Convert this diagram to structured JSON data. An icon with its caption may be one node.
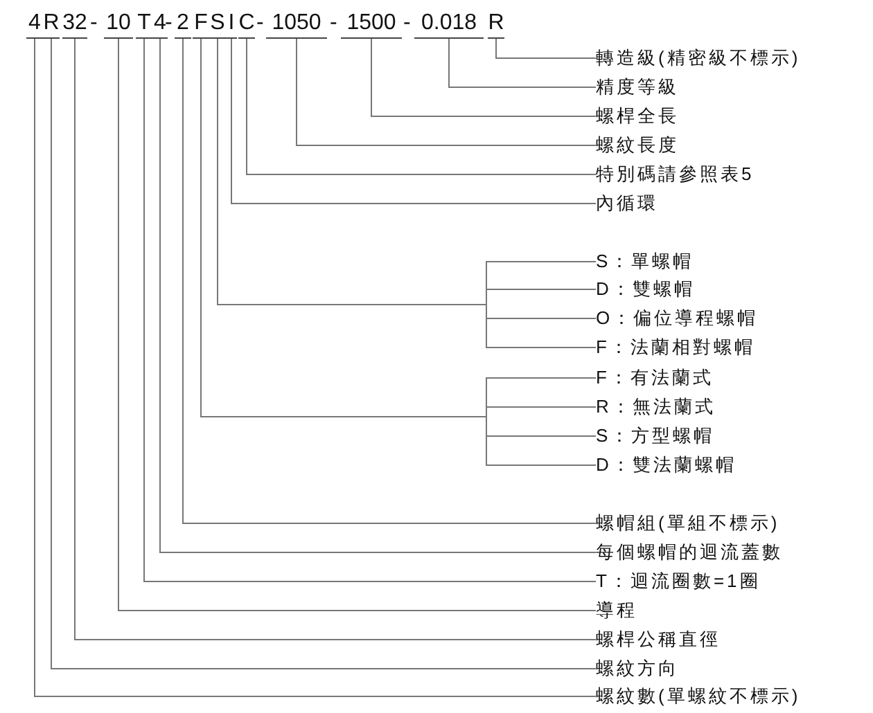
{
  "diagram": {
    "nodes": [
      {
        "text": [
          "4"
        ]
      },
      {
        "text": [
          "R"
        ]
      },
      {
        "text": [
          "32"
        ]
      },
      {
        "text": [
          "10"
        ]
      },
      {
        "text": [
          "T"
        ]
      },
      {
        "text": [
          "4"
        ]
      },
      {
        "text": [
          "2"
        ]
      },
      {
        "text": [
          "F"
        ]
      },
      {
        "text": [
          "S"
        ]
      },
      {
        "text": [
          "I"
        ]
      },
      {
        "text": [
          "C"
        ]
      },
      {
        "text": [
          "1050"
        ]
      },
      {
        "text": [
          "1500"
        ]
      },
      {
        "text": [
          "0.018"
        ]
      },
      {
        "text": [
          "R"
        ]
      },
      {
        "text": [
          "轉造級(精密級不標示)"
        ]
      },
      {
        "text": [
          "精度等級"
        ]
      },
      {
        "text": [
          "螺桿全長"
        ]
      },
      {
        "text": [
          "螺紋長度"
        ]
      },
      {
        "text": [
          "特別碼請參照表5"
        ]
      },
      {
        "text": [
          "內循環"
        ]
      },
      {
        "text": [
          "S：單螺帽"
        ]
      },
      {
        "text": [
          "D：雙螺帽"
        ]
      },
      {
        "text": [
          "O：偏位導程螺帽"
        ]
      },
      {
        "text": [
          "F：法蘭相對螺帽"
        ]
      },
      {
        "text": [
          "F：有法蘭式"
        ]
      },
      {
        "text": [
          "R：無法蘭式"
        ]
      },
      {
        "text": [
          "S：方型螺帽"
        ]
      },
      {
        "text": [
          "D：雙法蘭螺帽"
        ]
      },
      {
        "text": [
          "螺帽組(單組不標示)"
        ]
      },
      {
        "text": [
          "每個螺帽的迴流蓋數"
        ]
      },
      {
        "text": [
          "T：迴流圈數=1圈"
        ]
      },
      {
        "text": [
          "導程"
        ]
      },
      {
        "text": [
          "螺桿公稱直徑"
        ]
      },
      {
        "text": [
          "螺紋方向"
        ]
      },
      {
        "text": [
          "螺紋數(單螺紋不標示)"
        ]
      }
    ],
    "edges": [
      {
        "from": 14,
        "to": 15,
        "arrow": "none"
      },
      {
        "from": 13,
        "to": 16,
        "arrow": "none"
      },
      {
        "from": 12,
        "to": 17,
        "arrow": "none"
      },
      {
        "from": 11,
        "to": 18,
        "arrow": "none"
      },
      {
        "from": 10,
        "to": 19,
        "arrow": "none"
      },
      {
        "from": 9,
        "to": 20,
        "arrow": "none"
      },
      {
        "from": 8,
        "to": 21,
        "arrow": "none"
      },
      {
        "from": 8,
        "to": 22,
        "arrow": "none"
      },
      {
        "from": 8,
        "to": 23,
        "arrow": "none"
      },
      {
        "from": 8,
        "to": 24,
        "arrow": "none"
      },
      {
        "from": 7,
        "to": 25,
        "arrow": "none"
      },
      {
        "from": 7,
        "to": 26,
        "arrow": "none"
      },
      {
        "from": 7,
        "to": 27,
        "arrow": "none"
      },
      {
        "from": 7,
        "to": 28,
        "arrow": "none"
      },
      {
        "from": 6,
        "to": 29,
        "arrow": "none"
      },
      {
        "from": 5,
        "to": 30,
        "arrow": "none"
      },
      {
        "from": 4,
        "to": 31,
        "arrow": "none"
      },
      {
        "from": 3,
        "to": 32,
        "arrow": "none"
      },
      {
        "from": 2,
        "to": 33,
        "arrow": "none"
      },
      {
        "from": 1,
        "to": 34,
        "arrow": "none"
      },
      {
        "from": 0,
        "to": 35,
        "arrow": "none"
      }
    ],
    "labels": [
      "-",
      "-",
      "-",
      "-",
      "-"
    ]
  }
}
